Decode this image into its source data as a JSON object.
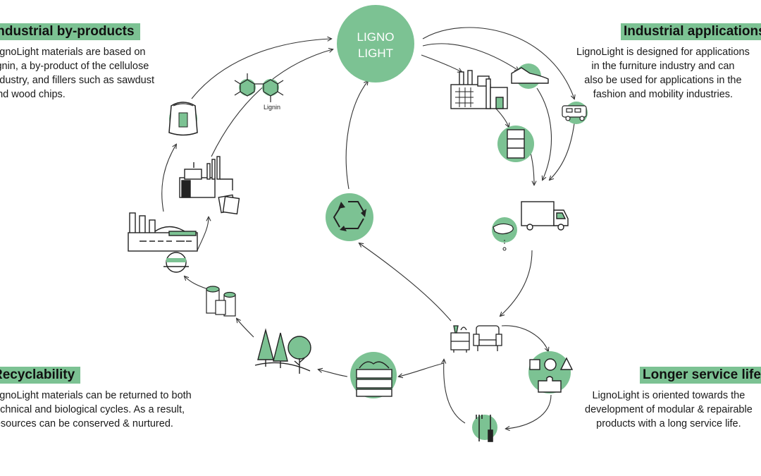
{
  "center": {
    "line1": "LIGNO",
    "line2": "LIGHT"
  },
  "sections": {
    "by_products": {
      "title": "Industrial by-products",
      "text": "LignoLight materials are based on\nlignin, a by-product of the cellulose\nindustry, and fillers such as sawdust\nand wood chips."
    },
    "applications": {
      "title": "Industrial applications",
      "text": "LignoLight is designed for applications\nin the furniture industry and can\nalso be used for applications in the\nfashion and mobility industries."
    },
    "recyclability": {
      "title": "Recyclability",
      "text": "LignoLight materials can be returned to both\ntechnical and biological cycles. As a result,\nresources can be conserved & nurtured."
    },
    "service_life": {
      "title": "Longer service life",
      "text": "LignoLight is oriented towards the\ndevelopment of modular & repairable\nproducts with a long service life."
    }
  },
  "labels": {
    "lignin": "Lignin"
  },
  "colors": {
    "accent": "#7cc293",
    "line": "#333333"
  }
}
